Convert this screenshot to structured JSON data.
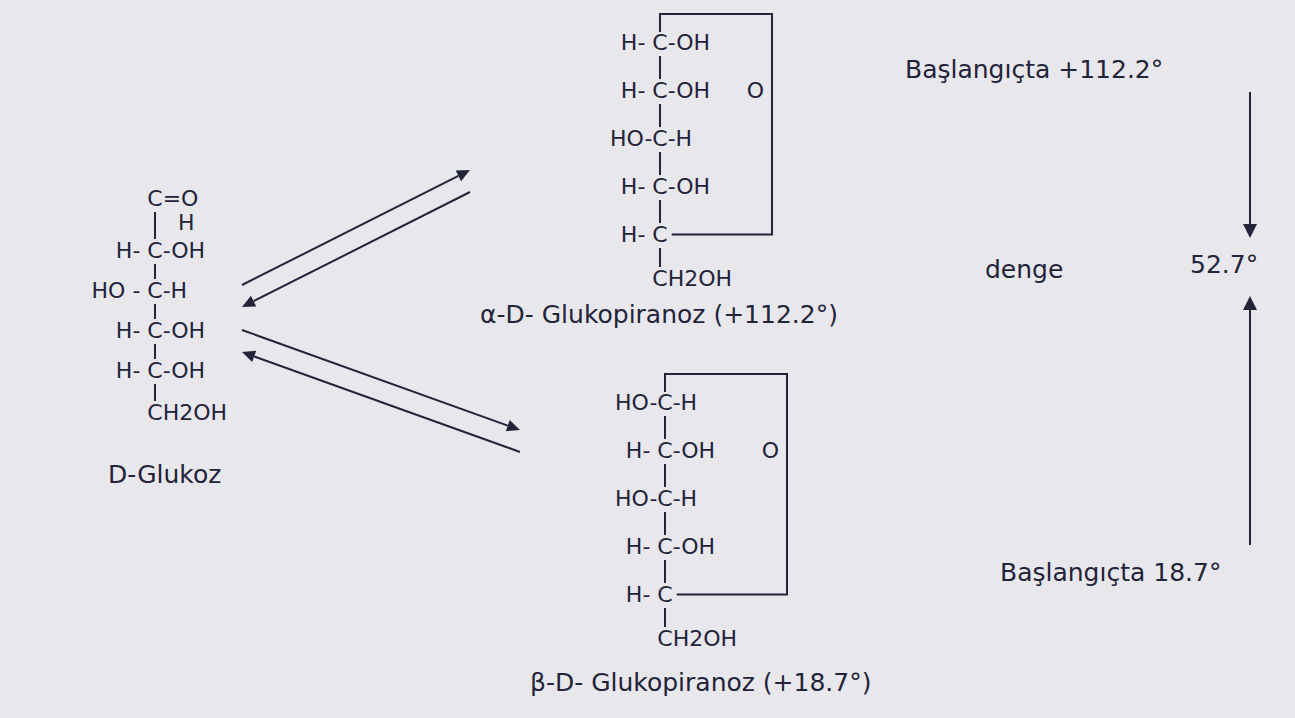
{
  "diagram": {
    "nodes": [
      {
        "text": [
          "C=O",
          "H",
          "H- C-OH",
          "HO - C-H",
          "H- C-OH",
          "H- C-OH",
          "CH2OH",
          "D-Glukoz"
        ]
      },
      {
        "text": [
          "H- C-OH",
          "H- C-OH",
          "HO-C-H",
          "H- C-OH",
          "H- C",
          "CH2OH",
          "O",
          "α-D- Glukopiranoz (+112.2°)"
        ]
      },
      {
        "text": [
          "HO-C-H",
          "H- C-OH",
          "HO-C-H",
          "H- C-OH",
          "H- C",
          "CH2OH",
          "O",
          "β-D- Glukopiranoz (+18.7°)"
        ]
      }
    ],
    "edges": [
      {
        "from": 0,
        "to": 1,
        "arrow": "to"
      },
      {
        "from": 1,
        "to": 0,
        "arrow": "to"
      },
      {
        "from": 0,
        "to": 2,
        "arrow": "to"
      },
      {
        "from": 2,
        "to": 0,
        "arrow": "to"
      }
    ],
    "labels": [
      "Başlangıçta +112.2°",
      "denge",
      "52.7°",
      "Başlangıçta 18.7°"
    ]
  }
}
